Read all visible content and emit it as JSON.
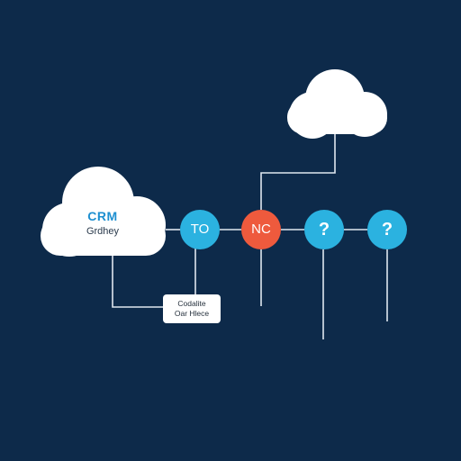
{
  "colors": {
    "background": "#0d2a4a",
    "cloud": "#ffffff",
    "connector": "#dfe7ef",
    "node_blue": "#2bb2e0",
    "node_orange": "#ee5a3d"
  },
  "crm_cloud": {
    "title": "CRM",
    "subtitle": "Grdhey"
  },
  "top_cloud": {},
  "nodes": [
    {
      "label": "TO",
      "color": "node_blue"
    },
    {
      "label": "NC",
      "color": "node_orange"
    },
    {
      "label": "?",
      "color": "node_blue"
    },
    {
      "label": "?",
      "color": "node_blue"
    }
  ],
  "note": {
    "line1": "Codalite",
    "line2": "Oar Hlece"
  }
}
